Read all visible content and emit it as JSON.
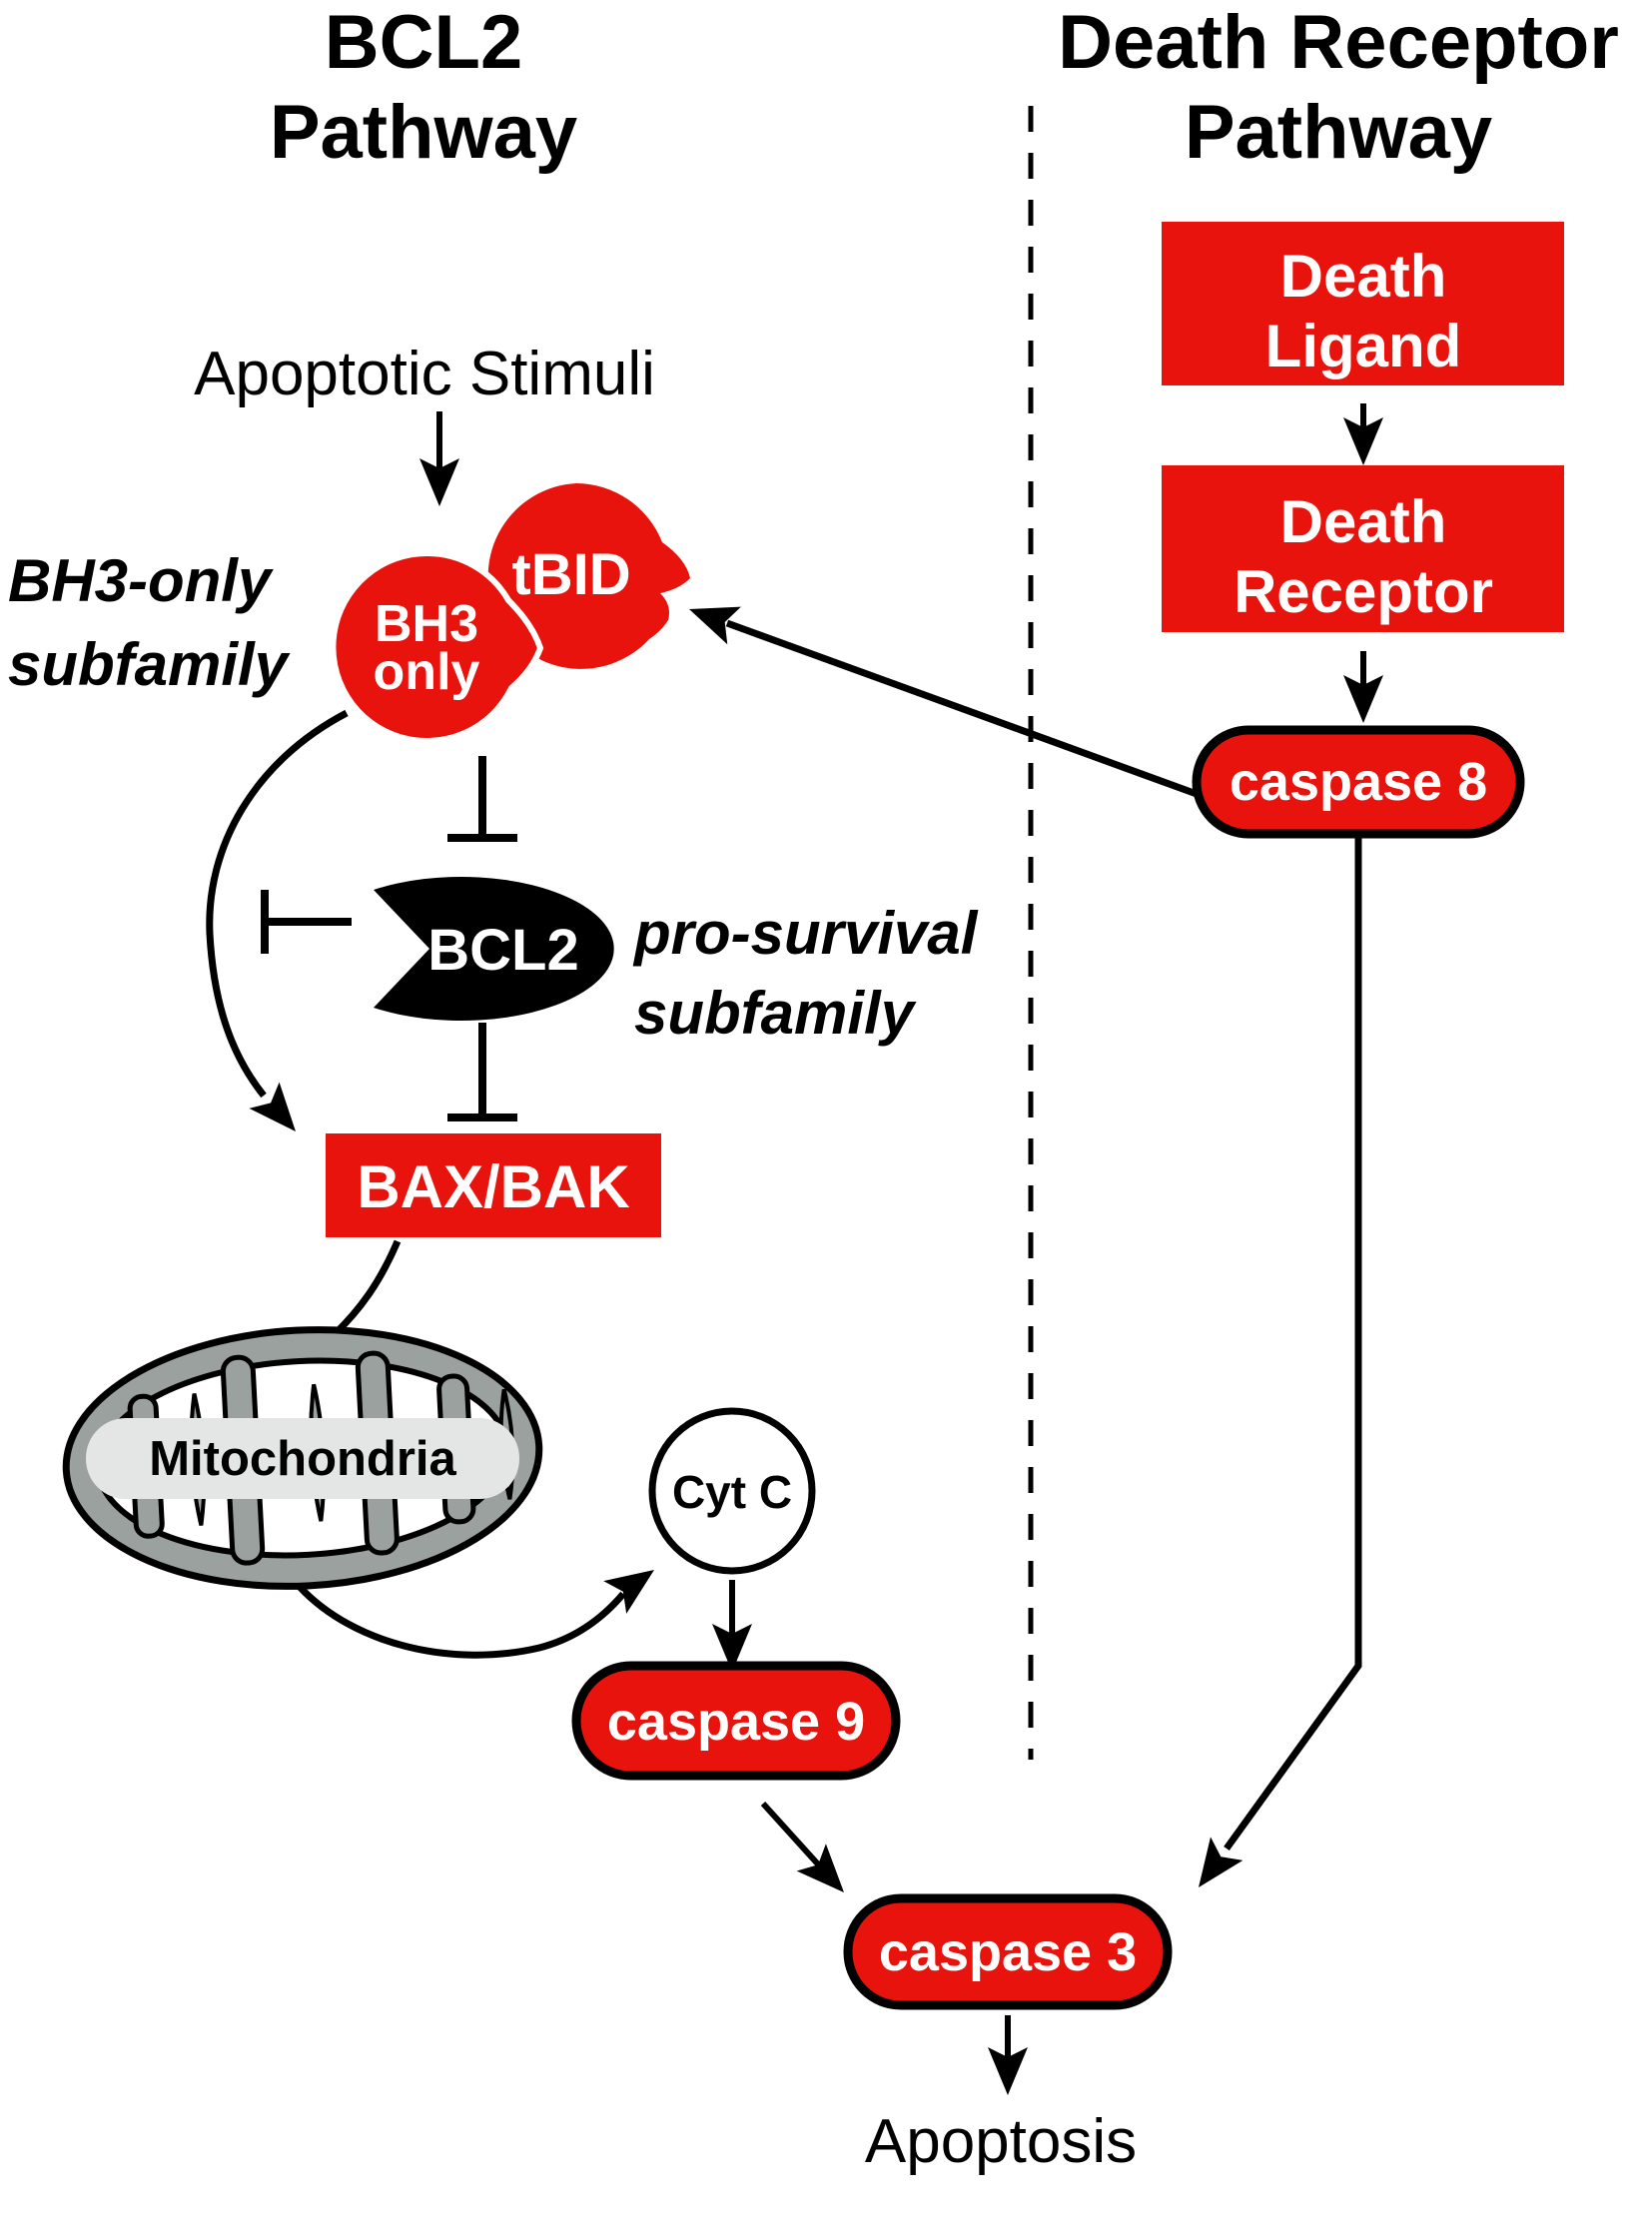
{
  "colors": {
    "red": "#e8130c",
    "black": "#000000",
    "white": "#ffffff",
    "membrane_gray": "#9aa19f",
    "band_gray": "#e4e6e5"
  },
  "left_pathway": {
    "title_line1": "BCL2",
    "title_line2": "Pathway",
    "stimuli": "Apoptotic Stimuli",
    "bh3_subfamily_line1": "BH3-only",
    "bh3_subfamily_line2": "subfamily",
    "tbid_node": "tBID",
    "bh3_node_line1": "BH3",
    "bh3_node_line2": "only",
    "bcl2_node": "BCL2",
    "pro_survival_line1": "pro-survival",
    "pro_survival_line2": "subfamily",
    "bax_bak_node": "BAX/BAK",
    "mitochondria_node": "Mitochondria",
    "cyt_c_node": "Cyt C",
    "caspase9_node": "caspase 9"
  },
  "right_pathway": {
    "title_line1": "Death Receptor",
    "title_line2": "Pathway",
    "death_ligand_line1": "Death",
    "death_ligand_line2": "Ligand",
    "death_receptor_line1": "Death",
    "death_receptor_line2": "Receptor",
    "caspase8_node": "caspase 8"
  },
  "shared": {
    "caspase3_node": "caspase 3",
    "apoptosis": "Apoptosis"
  }
}
